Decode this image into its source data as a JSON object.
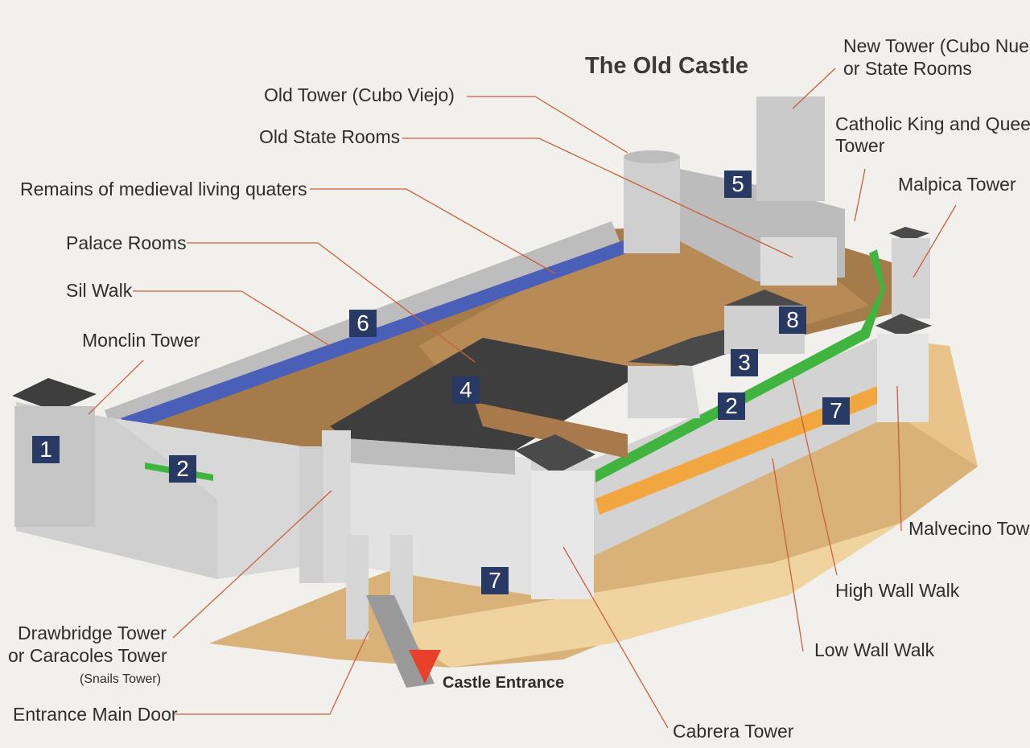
{
  "title": "The Old Castle",
  "labels": {
    "old_tower": "Old Tower (Cubo Viejo)",
    "old_state_rooms": "Old State Rooms",
    "remains": "Remains of medieval living quaters",
    "palace_rooms": "Palace Rooms",
    "sil_walk": "Sil Walk",
    "monclin_tower": "Monclin Tower",
    "new_tower_line1": "New Tower (Cubo Nue",
    "new_tower_line2": "or State Rooms",
    "catholic_line1": "Catholic King and Queen",
    "catholic_line2": "Tower",
    "malpica_tower": "Malpica Tower",
    "malvecino_tower": "Malvecino Tow",
    "high_wall_walk": "High Wall Walk",
    "low_wall_walk": "Low Wall Walk",
    "cabrera_tower": "Cabrera Tower",
    "drawbridge_line1": "Drawbridge Tower",
    "drawbridge_line2": "or Caracoles Tower",
    "snails_tower": "(Snails Tower)",
    "entrance_main_door": "Entrance Main Door",
    "castle_entrance": "Castle Entrance"
  },
  "markers": [
    "1",
    "2",
    "2",
    "3",
    "4",
    "5",
    "6",
    "7",
    "7",
    "8"
  ],
  "colors": {
    "background": "#f2f0ec",
    "wall": "#c9c9c9",
    "roof": "#4a4a4a",
    "ground": "#c8a06a",
    "sil_walk": "#4a5fb8",
    "high_wall_walk": "#3fb53f",
    "low_wall_walk": "#f2a640",
    "marker": "#283a63",
    "leader_line": "#c9603a",
    "entrance_arrow": "#e8402a"
  }
}
